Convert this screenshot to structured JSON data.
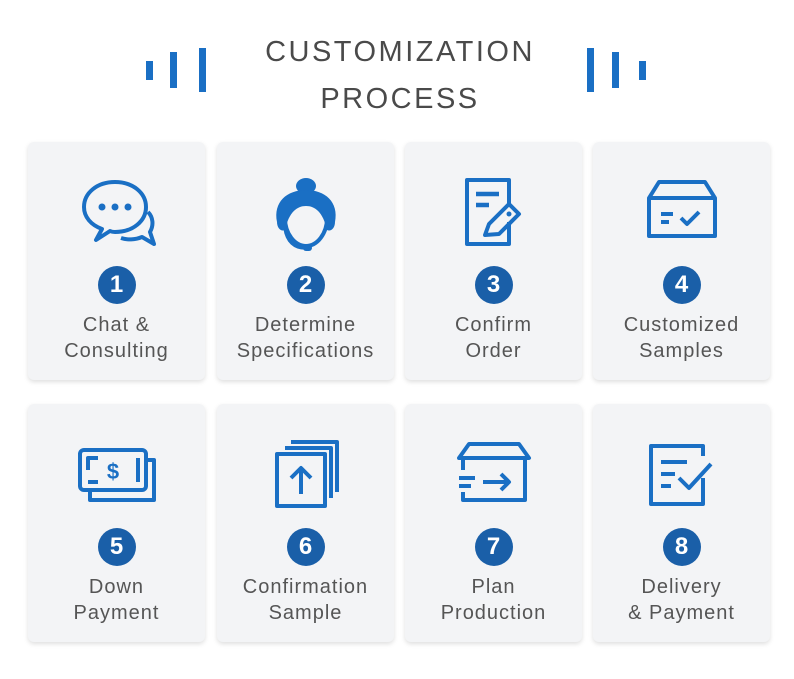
{
  "header": {
    "title_line1": "CUSTOMIZATION",
    "title_line2": "PROCESS",
    "accent_color": "#1a6fc4"
  },
  "steps": [
    {
      "number": "1",
      "line1": "Chat &",
      "line2": "Consulting",
      "icon": "chat-bubbles-icon"
    },
    {
      "number": "2",
      "line1": "Determine",
      "line2": "Specifications",
      "icon": "support-agent-icon"
    },
    {
      "number": "3",
      "line1": "Confirm",
      "line2": "Order",
      "icon": "order-document-icon"
    },
    {
      "number": "4",
      "line1": "Customized",
      "line2": "Samples",
      "icon": "sample-box-icon"
    },
    {
      "number": "5",
      "line1": "Down",
      "line2": "Payment",
      "icon": "cash-payment-icon"
    },
    {
      "number": "6",
      "line1": "Confirmation",
      "line2": "Sample",
      "icon": "confirm-upload-icon"
    },
    {
      "number": "7",
      "line1": "Plan",
      "line2": "Production",
      "icon": "production-box-icon"
    },
    {
      "number": "8",
      "line1": "Delivery",
      "line2": "& Payment",
      "icon": "checklist-icon"
    }
  ]
}
